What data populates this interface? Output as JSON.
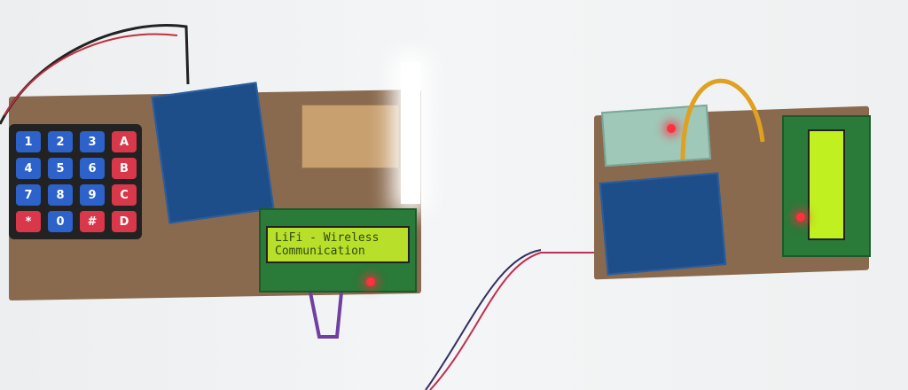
{
  "transmitter": {
    "keypad_keys": [
      "1",
      "2",
      "3",
      "A",
      "4",
      "5",
      "6",
      "B",
      "7",
      "8",
      "9",
      "C",
      "*",
      "0",
      "#",
      "D"
    ],
    "lcd_line1": "LiFi - Wireless",
    "lcd_line2": "Communication"
  },
  "colors": {
    "board": "#8a6a4e",
    "arduino": "#1d4e8a",
    "lcd_screen": "#b8e02a",
    "led": "#ff3040"
  }
}
